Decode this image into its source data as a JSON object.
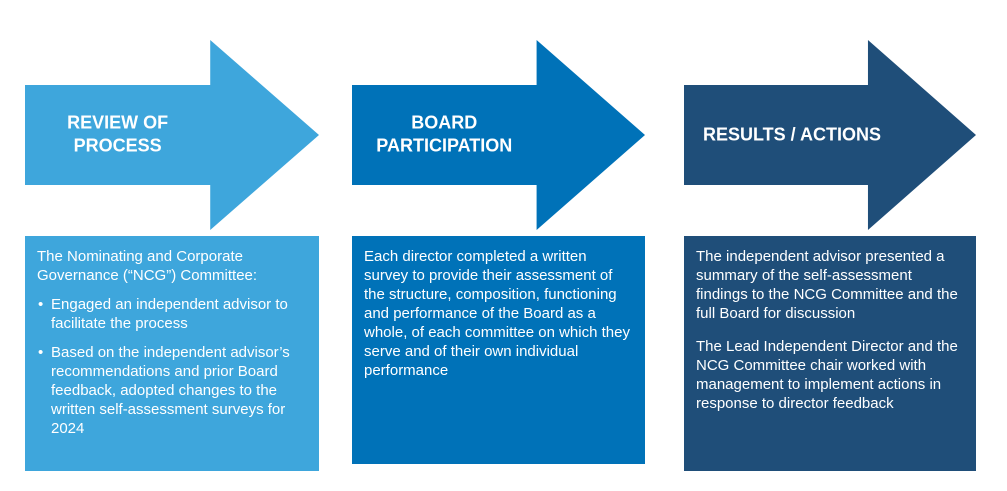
{
  "colors": {
    "light_blue": "#3EA6DC",
    "medium_blue": "#0072B8",
    "dark_blue": "#1F4E79",
    "text": "#FFFFFF",
    "background": "#FFFFFF"
  },
  "glyphs": {
    "bullet": "•"
  },
  "columns": [
    {
      "heading": "REVIEW OF PROCESS",
      "intro": "The Nominating and Corporate Governance (“NCG”) Committee:",
      "bullets": [
        "Engaged an independent advisor to facilitate the process",
        "Based on the independent advisor’s recommendations and prior Board feedback, adopted changes to the written self-assessment surveys for 2024"
      ]
    },
    {
      "heading": "BOARD PARTICIPATION",
      "paragraphs": [
        "Each director completed a written survey to provide their assessment of the structure, composition, functioning and performance of the Board as a whole, of each committee on which they serve and of their own individual performance"
      ]
    },
    {
      "heading": "RESULTS / ACTIONS",
      "paragraphs": [
        "The independent advisor presented a summary of the self-assessment findings to the NCG Committee and the full Board for discussion",
        "The Lead Independent Director and the NCG Committee chair worked with management to implement actions in response to director feedback"
      ]
    }
  ]
}
